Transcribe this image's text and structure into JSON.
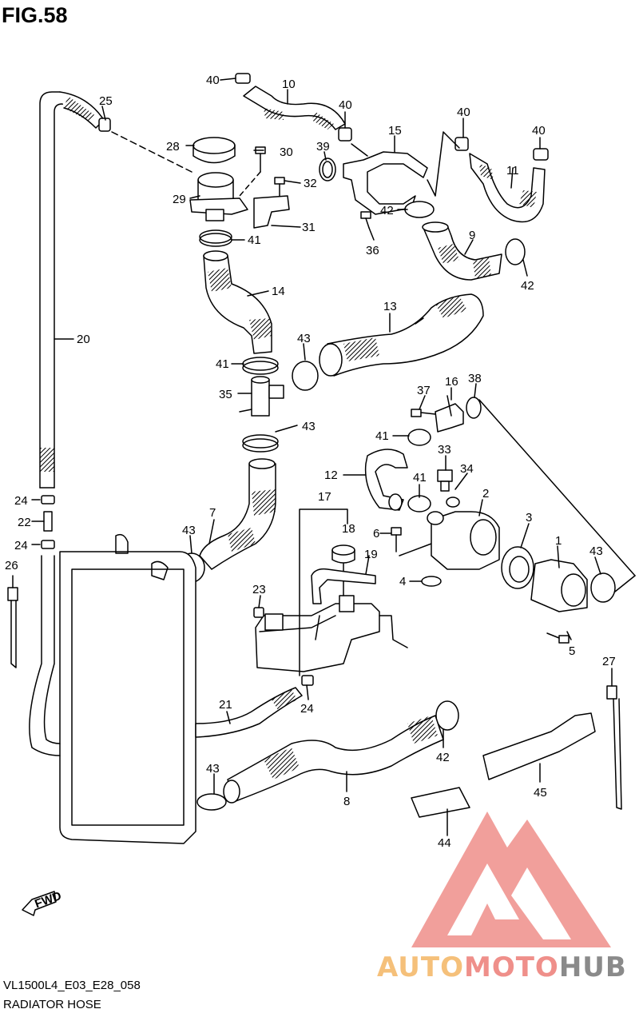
{
  "figure_title": "FIG.58",
  "model_code": "VL1500L4_E03_E28_058",
  "diagram_name": "RADIATOR HOSE",
  "direction_label": "FWD",
  "watermark": {
    "auto": "AUTO",
    "moto": "MOTO",
    "hub": "HUB"
  },
  "callouts": {
    "c1": "1",
    "c2": "2",
    "c3": "3",
    "c4": "4",
    "c5": "5",
    "c6": "6",
    "c7": "7",
    "c8": "8",
    "c9": "9",
    "c10": "10",
    "c11": "11",
    "c12": "12",
    "c13": "13",
    "c14": "14",
    "c15": "15",
    "c16": "16",
    "c17": "17",
    "c18": "18",
    "c19": "19",
    "c20": "20",
    "c21": "21",
    "c22": "22",
    "c23": "23",
    "c24": "24",
    "c25": "25",
    "c26": "26",
    "c27": "27",
    "c28": "28",
    "c29": "29",
    "c30": "30",
    "c31": "31",
    "c32": "32",
    "c33": "33",
    "c34": "34",
    "c35": "35",
    "c36": "36",
    "c37": "37",
    "c38": "38",
    "c39": "39",
    "c40": "40",
    "c41": "41",
    "c42": "42",
    "c43": "43",
    "c44": "44",
    "c45": "45"
  },
  "colors": {
    "line": "#000000",
    "watermark_red": "#ef8f8a",
    "watermark_orange": "#f5c07a",
    "watermark_gray": "#8a8a8a"
  }
}
